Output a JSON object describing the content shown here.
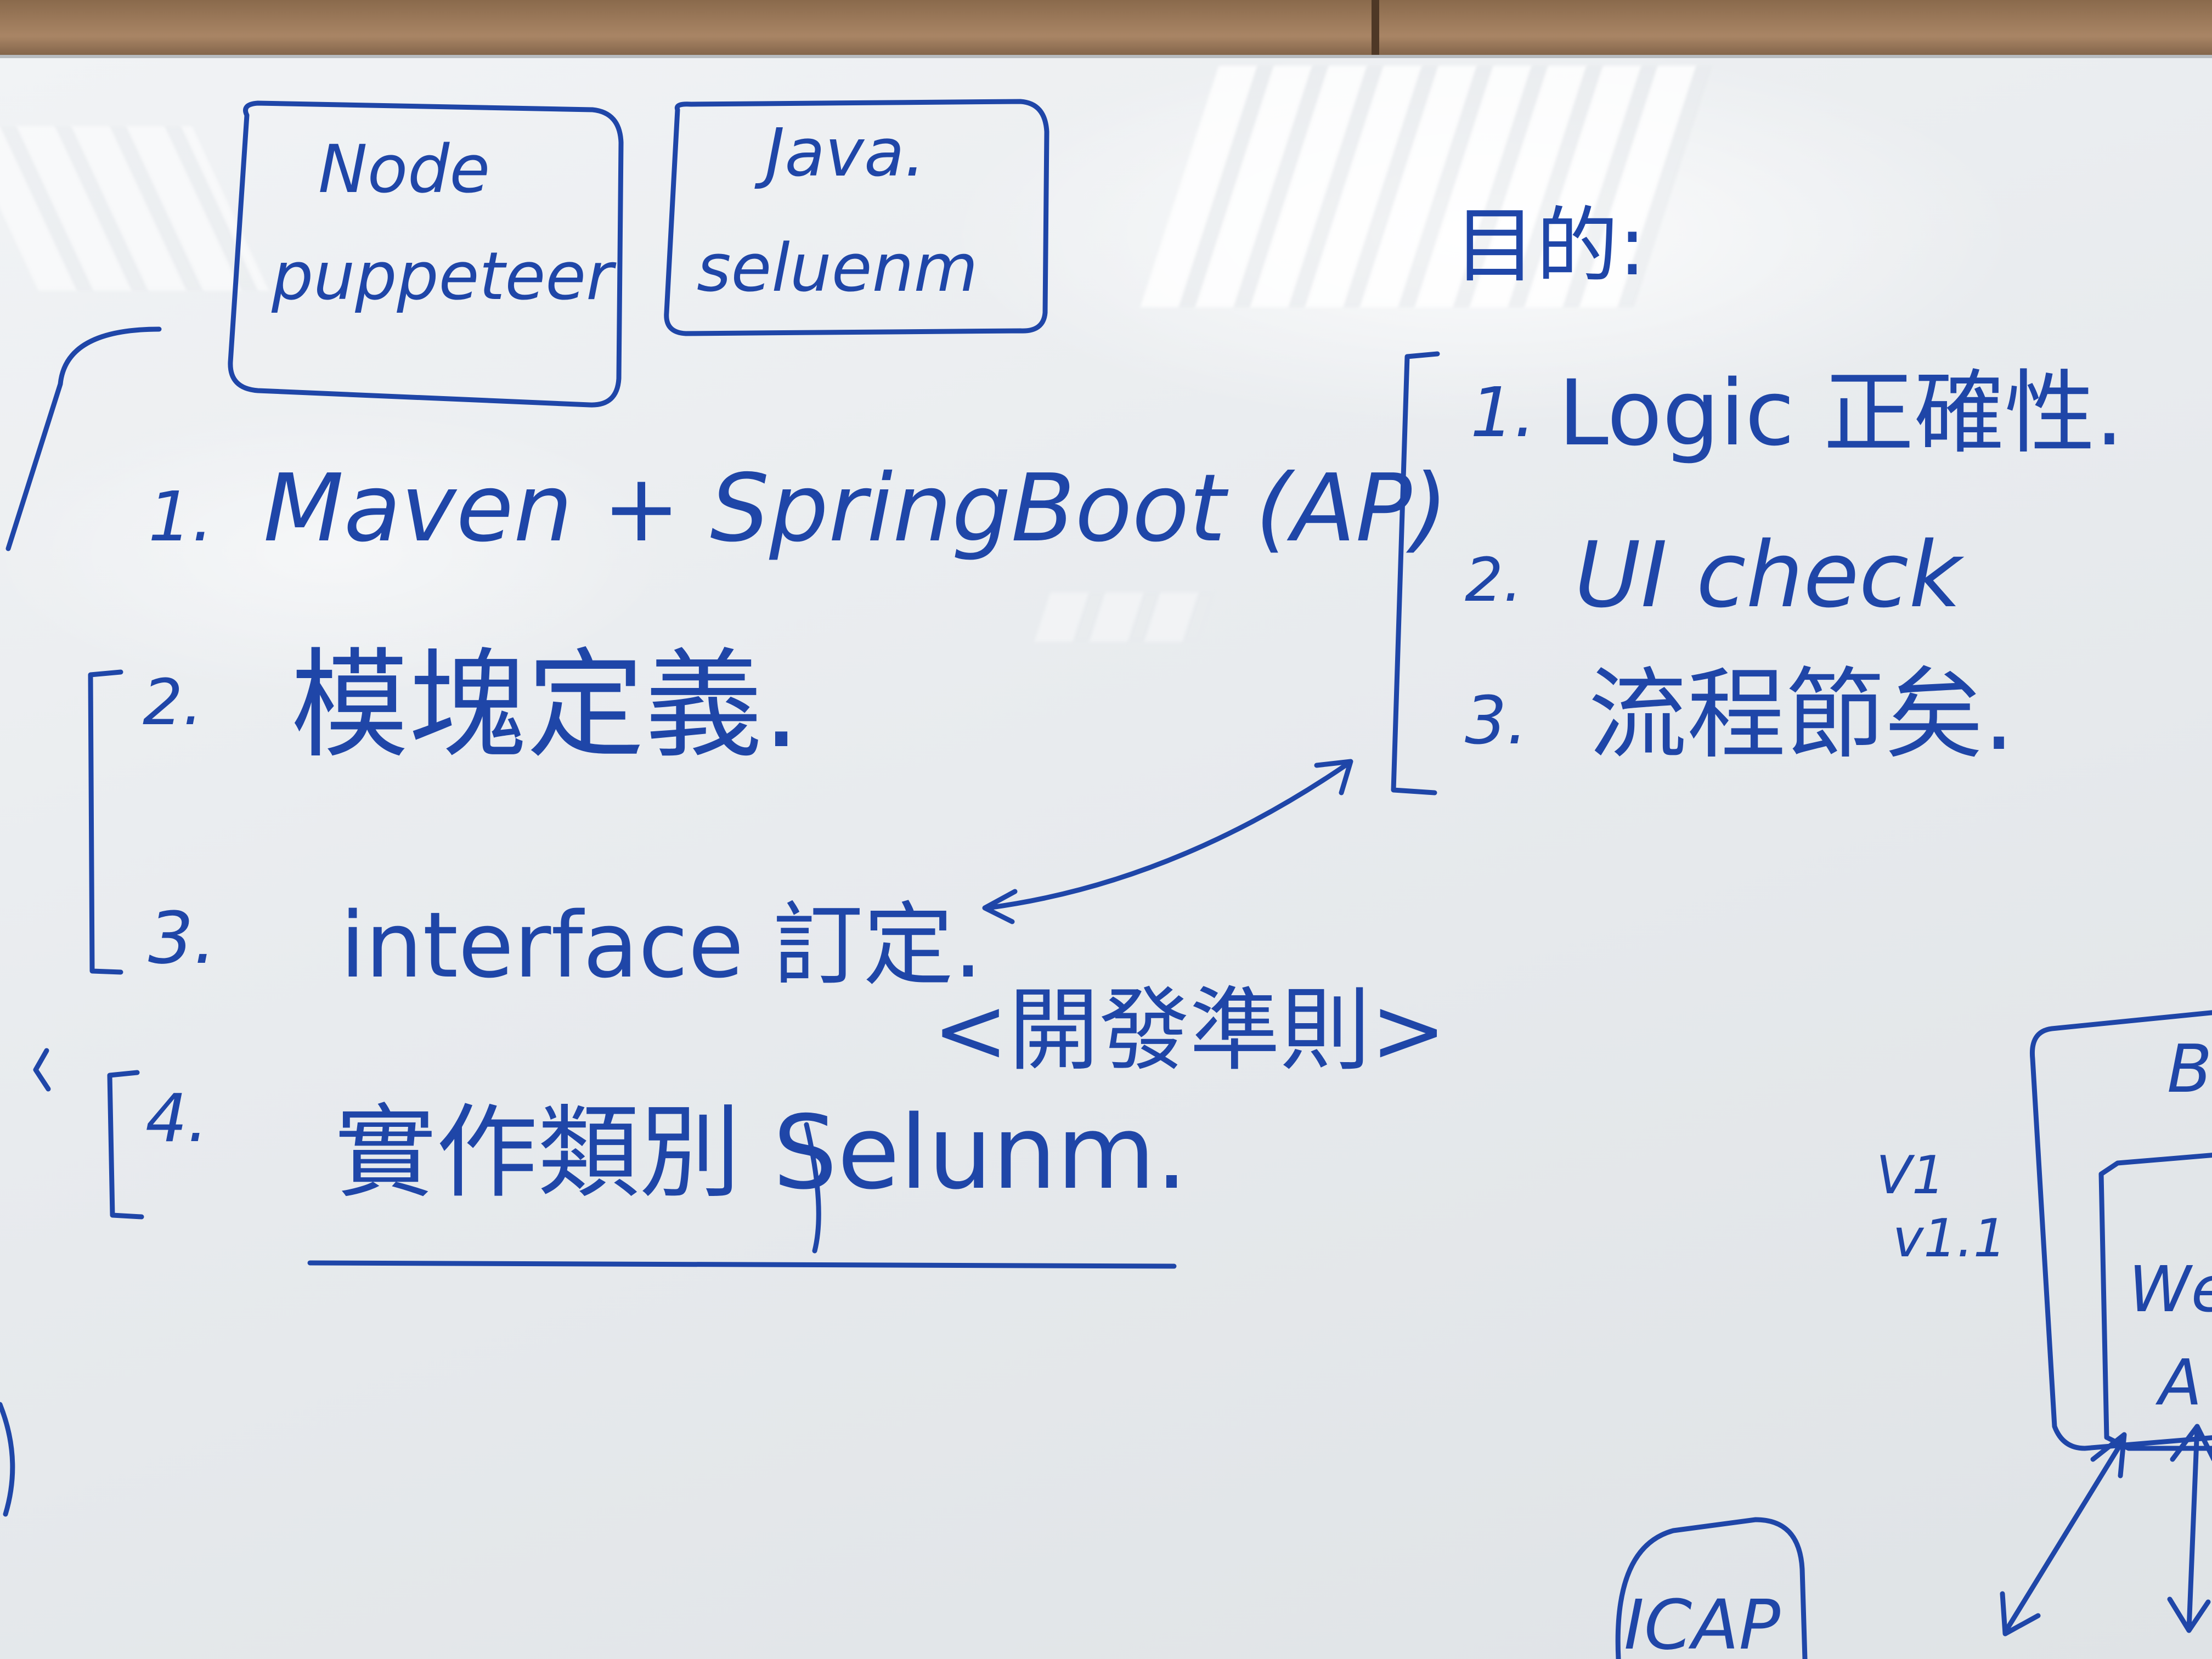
{
  "boxes": {
    "node": {
      "line1": "Node",
      "line2": "puppeteer"
    },
    "java": {
      "line1": "Java.",
      "line2": "seluenm"
    }
  },
  "purpose": {
    "title": "目的:",
    "items": [
      {
        "num": "1.",
        "text": "Logic 正確性."
      },
      {
        "num": "2.",
        "text": "UI check"
      },
      {
        "num": "3.",
        "text": "流程節矣."
      }
    ]
  },
  "steps": [
    {
      "num": "1.",
      "text": "Maven + SpringBoot (AP)"
    },
    {
      "num": "2.",
      "text": "模塊定義."
    },
    {
      "num": "3.",
      "text": "interface 訂定."
    },
    {
      "num": "4.",
      "text": "實作類別 Selunm."
    }
  ],
  "criteria": "<開發準則>",
  "versions": [
    "V1",
    "v1.1"
  ],
  "diagram": {
    "partial_top": "B",
    "partial_mid_1": "We",
    "partial_mid_2": "A",
    "icap": "ICAP"
  },
  "colors": {
    "ink": "#1f46a8",
    "board": "#eceff1",
    "wood": "#a98565"
  }
}
